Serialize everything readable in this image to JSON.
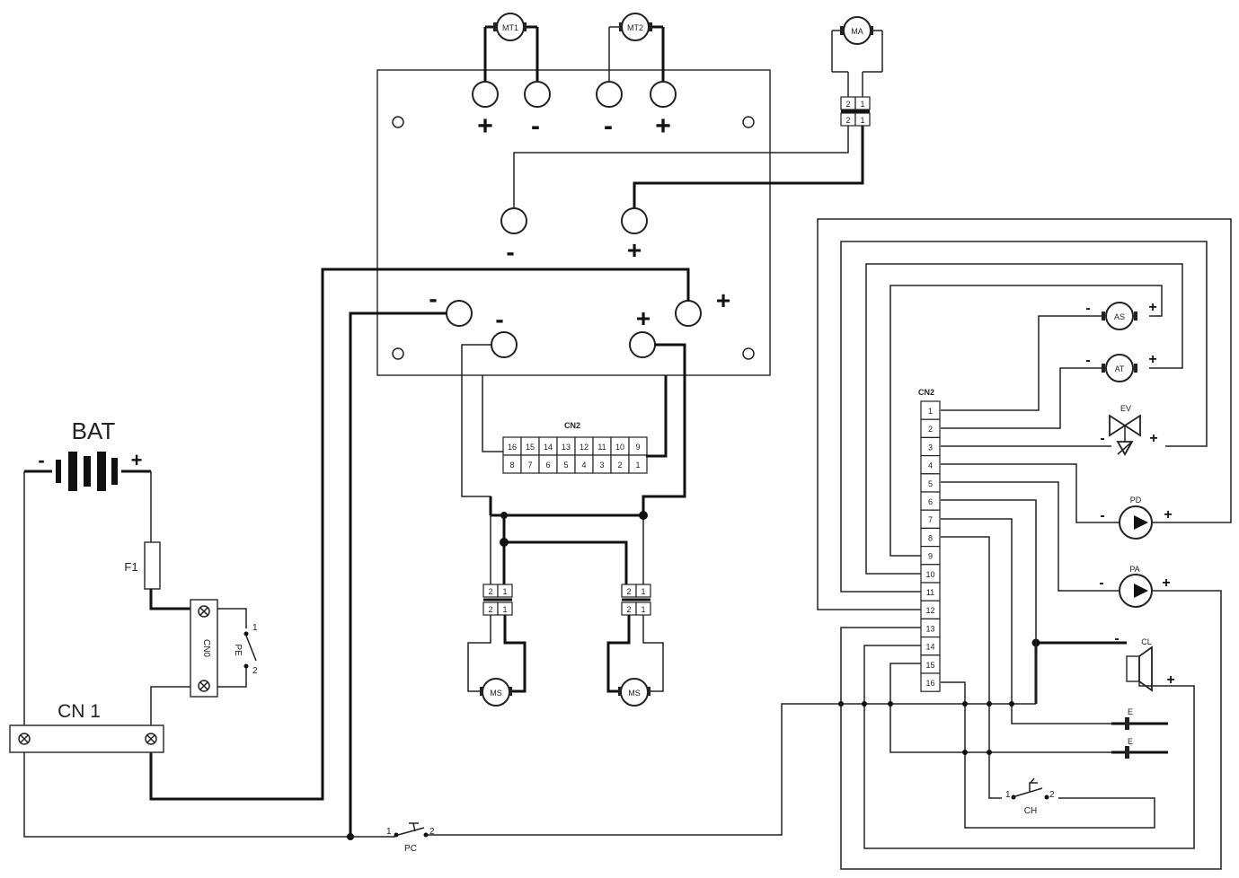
{
  "labels": {
    "bat": "BAT",
    "cn1": "CN 1",
    "cn0": "CN0",
    "f1": "F1",
    "pe": "PE",
    "pc": "PC",
    "ch": "CH",
    "cn2_top": "CN2",
    "cn2_right": "CN2",
    "mt1": "MT1",
    "mt2": "MT2",
    "ma": "MA",
    "ms_left": "MS",
    "ms_right": "MS",
    "as": "AS",
    "at": "AT",
    "ev": "EV",
    "pd": "PD",
    "pa": "PA",
    "cl": "CL",
    "e1": "E",
    "e2": "E",
    "plus": "+",
    "minus": "-",
    "pin1": "1",
    "pin2": "2"
  },
  "cn2_top_pins": {
    "row1": [
      "16",
      "15",
      "14",
      "13",
      "12",
      "11",
      "10",
      "9"
    ],
    "row2": [
      "8",
      "7",
      "6",
      "5",
      "4",
      "3",
      "2",
      "1"
    ]
  },
  "cn2_right_pins": [
    "1",
    "2",
    "3",
    "4",
    "5",
    "6",
    "7",
    "8",
    "9",
    "10",
    "11",
    "12",
    "13",
    "14",
    "15",
    "16"
  ],
  "small_connector_pins": [
    "2",
    "1"
  ]
}
